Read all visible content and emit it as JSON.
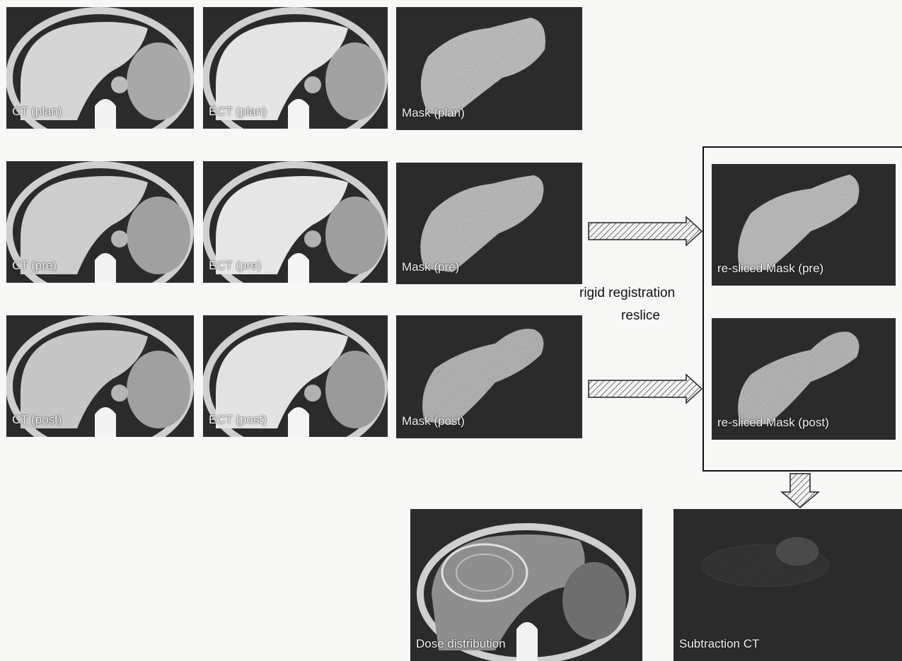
{
  "panels": {
    "ct_plan": "CT (plan)",
    "ect_plan": "ECT (plan)",
    "mask_plan": "Mask (plan)",
    "ct_pre": "CT (pre)",
    "ect_pre": "ECT (pre)",
    "mask_pre": "Mask (pre)",
    "ct_post": "CT (post)",
    "ect_post": "ECT (post)",
    "mask_post": "Mask (post)",
    "resliced_pre": "re-sliced Mask (pre)",
    "resliced_post": "re-sliced Mask (post)",
    "dose": "Dose distribution",
    "subtraction": "Subtraction CT"
  },
  "captions": {
    "line1": "rigid registration",
    "line2": "reslice"
  },
  "colors": {
    "background": "#f7f7f5",
    "panel_bg": "#2b2b2b",
    "tissue": "#d9d9d9",
    "arrow_fill": "#e8e8e8",
    "arrow_stroke": "#222222"
  }
}
